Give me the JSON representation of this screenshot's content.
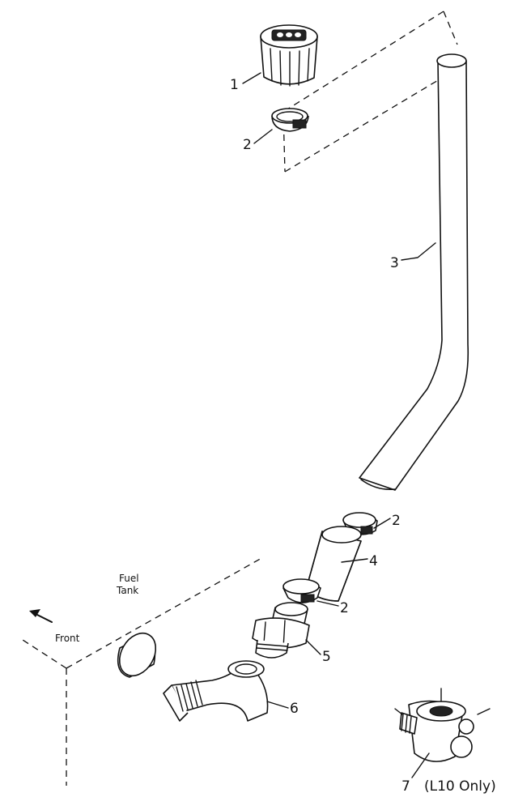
{
  "labels": {
    "part1": "1",
    "part2_top": "2",
    "part3": "3",
    "part2_upper_mid": "2",
    "part4": "4",
    "part2_lower_mid": "2",
    "part5": "5",
    "part6": "6",
    "part7": "7",
    "part7_note": "(L10 Only)",
    "fuel_tank_line1": "Fuel",
    "fuel_tank_line2": "Tank",
    "front": "Front"
  }
}
